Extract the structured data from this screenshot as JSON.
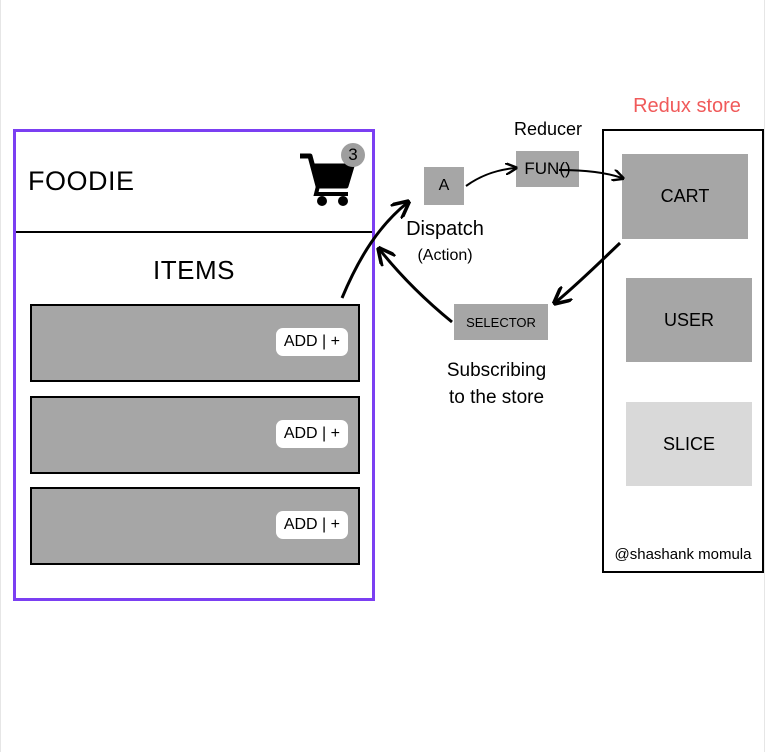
{
  "app": {
    "title": "FOODIE",
    "cart_count": "3",
    "items_heading": "ITEMS",
    "items": [
      {
        "button_label": "ADD | +"
      },
      {
        "button_label": "ADD | +"
      },
      {
        "button_label": "ADD | +"
      }
    ],
    "cart_icon": "shopping-cart-icon"
  },
  "flow": {
    "action_label": "A",
    "dispatch_label": "Dispatch",
    "dispatch_sub": "(Action)",
    "reducer_label": "Reducer",
    "reducer_fn": "FUN()",
    "selector_label": "SELECTOR",
    "subscribe_line1": "Subscribing",
    "subscribe_line2": "to the store"
  },
  "store": {
    "title": "Redux store",
    "slices": [
      "CART",
      "USER",
      "SLICE"
    ],
    "credit": "@shashank momula"
  },
  "colors": {
    "app_border": "#7b3ff2",
    "box_gray": "#a6a6a6",
    "light_gray": "#d9d9d9",
    "store_title": "#f05a5a"
  }
}
